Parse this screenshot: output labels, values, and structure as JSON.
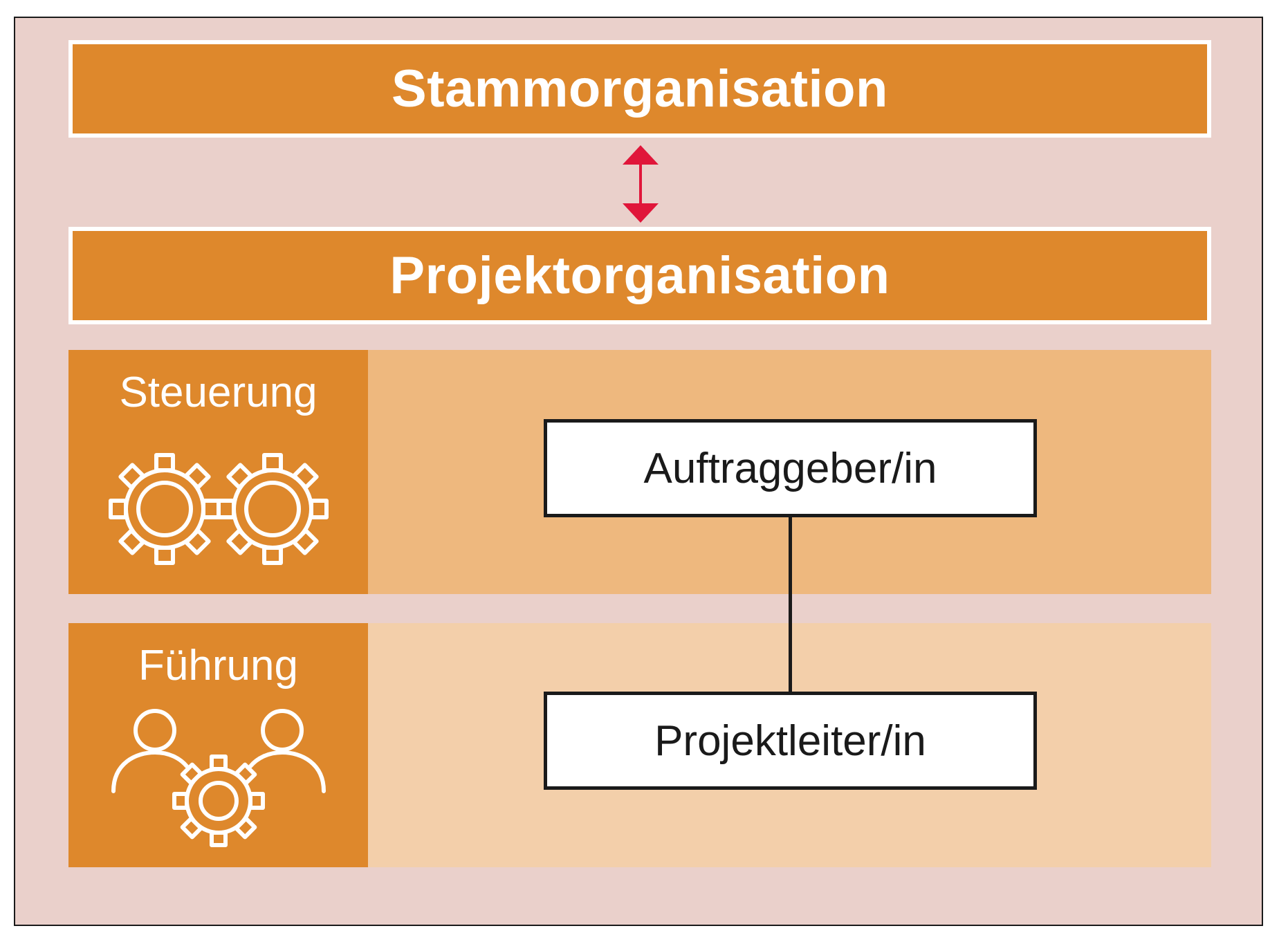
{
  "colors": {
    "background": "#ead0cb",
    "orange_dark": "#de882c",
    "band_steuerung": "#eeb87e",
    "band_fuehrung": "#f3cfaa",
    "arrow": "#e0163a",
    "box_border": "#1a1a1a"
  },
  "organisation": {
    "stamm": "Stammorganisation",
    "projekt": "Projektorganisation"
  },
  "bands": {
    "steuerung": {
      "title": "Steuerung",
      "icon": "gears-icon"
    },
    "fuehrung": {
      "title": "Führung",
      "icon": "team-gear-icon"
    }
  },
  "roles": {
    "auftraggeber": "Auftraggeber/in",
    "projektleiter": "Projektleiter/in"
  }
}
